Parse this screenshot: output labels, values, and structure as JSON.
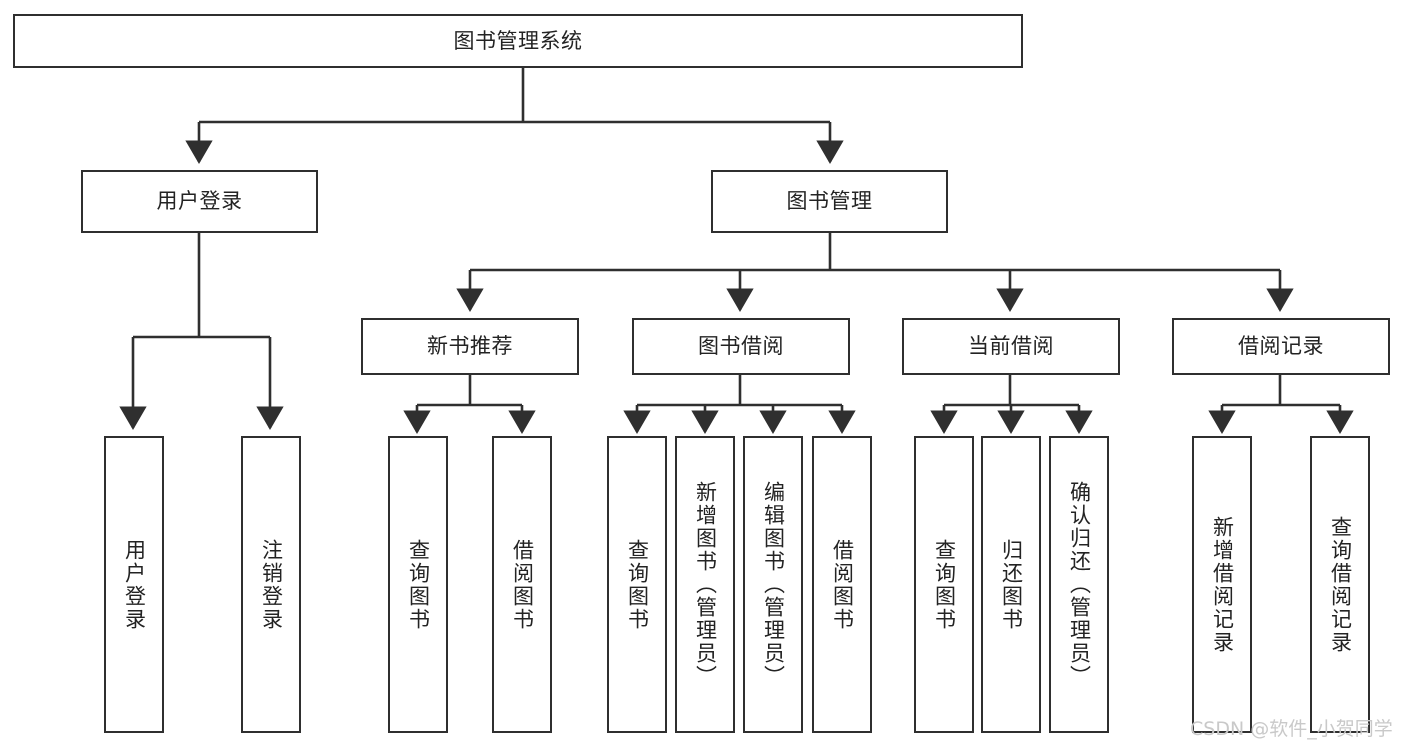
{
  "diagram": {
    "type": "tree-hierarchy-diagram",
    "title": "图书管理系统",
    "colors": {
      "background": "#ffffff",
      "box_border": "#2f2f2f",
      "box_fill": "#ffffff",
      "text": "#232323",
      "connector": "#2f2f2f",
      "watermark": "#c9c9c9"
    },
    "nodes": {
      "root": {
        "label": "图书管理系统",
        "orientation": "horizontal"
      },
      "level1": [
        {
          "label": "用户登录",
          "orientation": "horizontal"
        },
        {
          "label": "图书管理",
          "orientation": "horizontal"
        }
      ],
      "level2": [
        {
          "label": "新书推荐",
          "orientation": "horizontal"
        },
        {
          "label": "图书借阅",
          "orientation": "horizontal"
        },
        {
          "label": "当前借阅",
          "orientation": "horizontal"
        },
        {
          "label": "借阅记录",
          "orientation": "horizontal"
        }
      ],
      "leaves": {
        "user_login": [
          {
            "label": "用户登录",
            "orientation": "vertical"
          },
          {
            "label": "注销登录",
            "orientation": "vertical"
          }
        ],
        "new_book_recommend": [
          {
            "label": "查询图书",
            "orientation": "vertical"
          },
          {
            "label": "借阅图书",
            "orientation": "vertical"
          }
        ],
        "book_borrow": [
          {
            "label": "查询图书",
            "orientation": "vertical"
          },
          {
            "label": "新增图书（管理员）",
            "orientation": "vertical"
          },
          {
            "label": "编辑图书（管理员）",
            "orientation": "vertical"
          },
          {
            "label": "借阅图书",
            "orientation": "vertical"
          }
        ],
        "current_borrow": [
          {
            "label": "查询图书",
            "orientation": "vertical"
          },
          {
            "label": "归还图书",
            "orientation": "vertical"
          },
          {
            "label": "确认归还（管理员）",
            "orientation": "vertical"
          }
        ],
        "borrow_record": [
          {
            "label": "新增借阅记录",
            "orientation": "vertical"
          },
          {
            "label": "查询借阅记录",
            "orientation": "vertical"
          }
        ]
      }
    },
    "watermark": "CSDN @软件_小贺同学"
  }
}
